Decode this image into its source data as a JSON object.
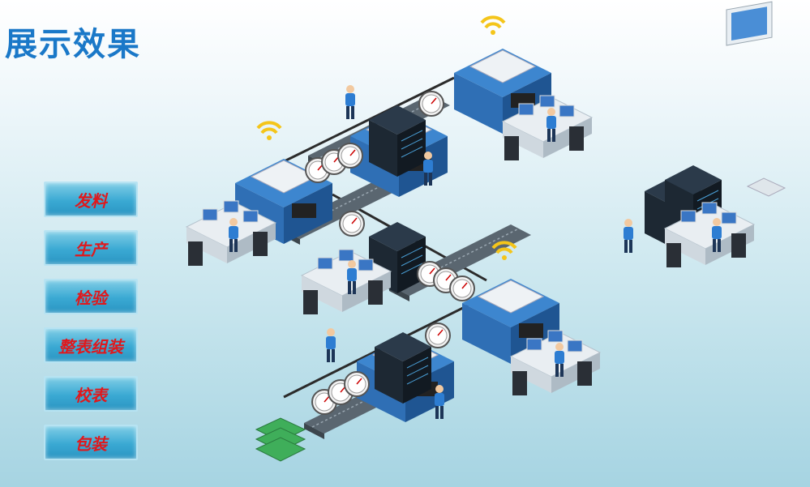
{
  "page_title": "展示效果",
  "menu": [
    {
      "label": "发料"
    },
    {
      "label": "生产"
    },
    {
      "label": "检验"
    },
    {
      "label": "整表组装"
    },
    {
      "label": "校表"
    },
    {
      "label": "包装"
    }
  ],
  "colors": {
    "title": "#1a78c8",
    "menu_text": "#e0181c",
    "menu_bg": "#3aa9d3",
    "machine": "#2f6fb5",
    "wifi": "#f4c51a"
  }
}
